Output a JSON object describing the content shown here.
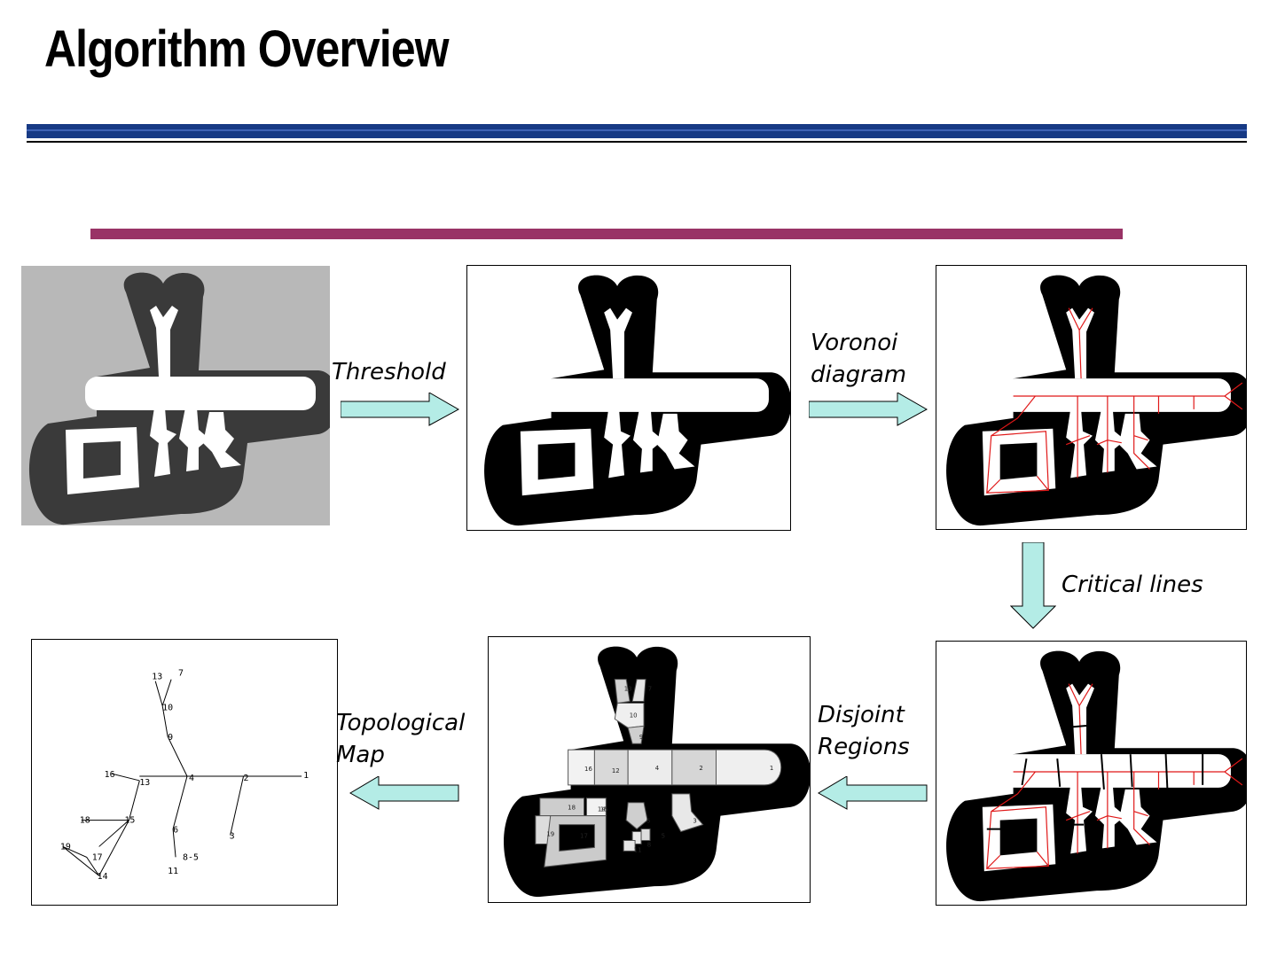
{
  "title": "Algorithm Overview",
  "steps": {
    "threshold": "Threshold",
    "voronoi_line1": "Voronoi",
    "voronoi_line2": "diagram",
    "critical": "Critical lines",
    "disjoint_line1": "Disjoint",
    "disjoint_line2": "Regions",
    "topo_line1": "Topological",
    "topo_line2": "Map"
  },
  "regions": [
    "1",
    "2",
    "3",
    "4",
    "5",
    "6",
    "7",
    "8",
    "9",
    "10",
    "11",
    "12",
    "13",
    "14",
    "15",
    "16",
    "17",
    "18",
    "19"
  ],
  "graph_nodes": [
    "13",
    "7",
    "10",
    "9",
    "16",
    "13",
    "4",
    "2",
    "1",
    "18",
    "15",
    "6",
    "3",
    "19",
    "17",
    "14",
    "8-5",
    "11"
  ],
  "colors": {
    "title_bar": "#173a85",
    "accent_bar": "#993366",
    "arrow_fill": "#b4ece6",
    "voronoi_lines": "#e01818"
  }
}
